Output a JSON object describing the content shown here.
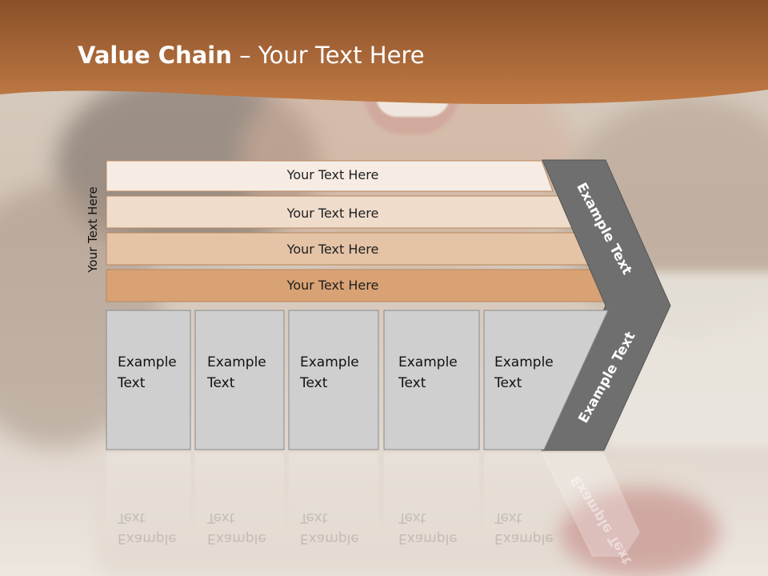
{
  "title": {
    "bold": "Value Chain",
    "rest": " – Your Text Here"
  },
  "side_label": "Your Text Here",
  "rows": [
    {
      "text": "Your Text Here",
      "color": "#f6ece3"
    },
    {
      "text": "Your Text Here",
      "color": "#efdccb"
    },
    {
      "text": "Your Text Here",
      "color": "#e5c3a6"
    },
    {
      "text": "Your Text Here",
      "color": "#d9a275"
    }
  ],
  "boxes": [
    {
      "line1": "Example",
      "line2": "Text"
    },
    {
      "line1": "Example",
      "line2": "Text"
    },
    {
      "line1": "Example",
      "line2": "Text"
    },
    {
      "line1": "Example",
      "line2": "Text"
    },
    {
      "line1": "Example",
      "line2": "Text"
    }
  ],
  "chevron": {
    "upper": "Example Text",
    "lower": "Example Text",
    "color": "#6f6f6f"
  },
  "colors": {
    "title_band": "#a7683a",
    "box_fill": "#cfcfcf",
    "box_border": "#8a8a8a"
  }
}
